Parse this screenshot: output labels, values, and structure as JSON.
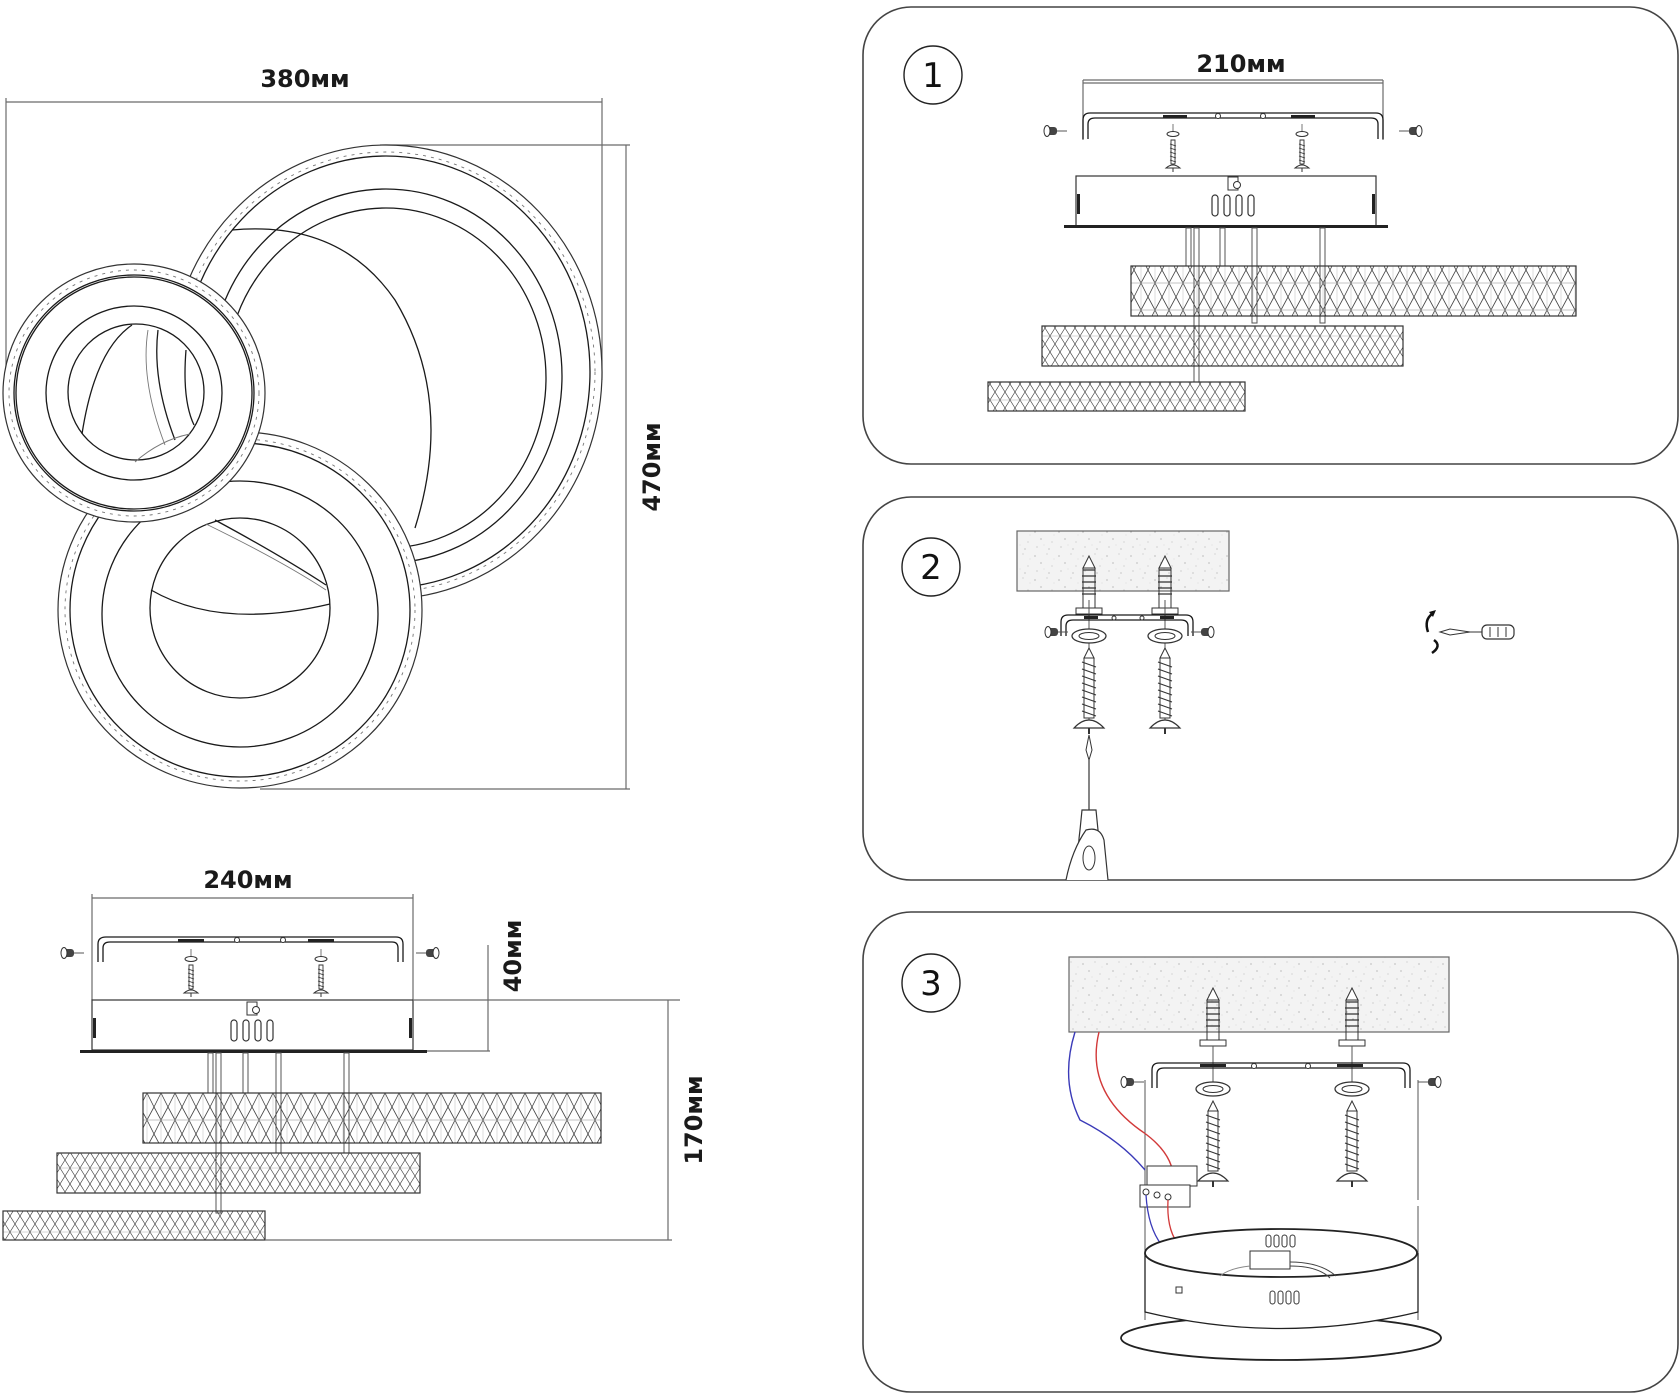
{
  "top_view": {
    "width_label": "380мм",
    "height_label": "470мм"
  },
  "side_view": {
    "width_label": "240мм",
    "box_height_label": "40мм",
    "total_height_label": "170мм"
  },
  "steps": [
    {
      "number": "1",
      "dimension_label": "210мм",
      "description": "bracket-and-canopy-exploded-view"
    },
    {
      "number": "2",
      "description": "mount-bracket-to-ceiling-with-dowels-and-screws"
    },
    {
      "number": "3",
      "description": "connect-wires-to-terminal-block-and-attach-canopy"
    }
  ],
  "colors": {
    "line": "#1a1a1a",
    "dimension_line": "#6b6b6b",
    "panel_border": "#444444",
    "ceiling_fill": "#f1f1f1",
    "wire_live": "#d23a3a",
    "wire_neutral": "#3a3ab8"
  }
}
